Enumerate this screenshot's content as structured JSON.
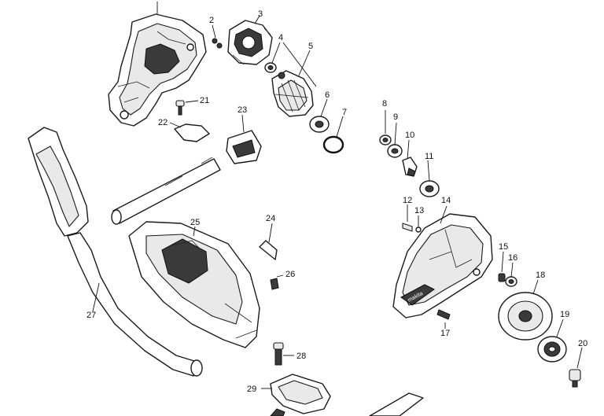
{
  "parts": [
    {
      "num": "2"
    },
    {
      "num": "3"
    },
    {
      "num": "4"
    },
    {
      "num": "5"
    },
    {
      "num": "6"
    },
    {
      "num": "7"
    },
    {
      "num": "8"
    },
    {
      "num": "9"
    },
    {
      "num": "10"
    },
    {
      "num": "11"
    },
    {
      "num": "12"
    },
    {
      "num": "13"
    },
    {
      "num": "14"
    },
    {
      "num": "15"
    },
    {
      "num": "16"
    },
    {
      "num": "17"
    },
    {
      "num": "18"
    },
    {
      "num": "19"
    },
    {
      "num": "20"
    },
    {
      "num": "21"
    },
    {
      "num": "22"
    },
    {
      "num": "23"
    },
    {
      "num": "24"
    },
    {
      "num": "25"
    },
    {
      "num": "26"
    },
    {
      "num": "27"
    },
    {
      "num": "28"
    },
    {
      "num": "29"
    }
  ],
  "housing_logo": "makita"
}
